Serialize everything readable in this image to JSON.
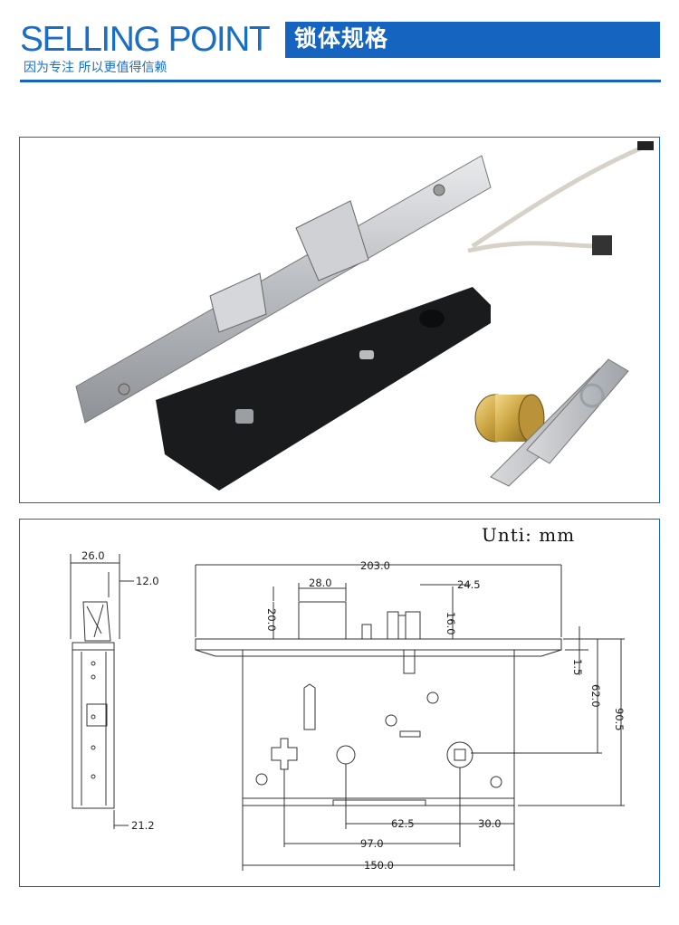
{
  "header": {
    "title_en": "SELLING POINT",
    "title_cn": "锁体规格",
    "subtitle": "因为专注 所以更值得信赖"
  },
  "drawing": {
    "unit_label": "Unti: mm",
    "side_view": {
      "width_top": "26.0",
      "latch_offset": "12.0",
      "faceplate_thickness": "21.2"
    },
    "front_view": {
      "faceplate_length": "203.0",
      "deadbolt_width": "28.0",
      "deadbolt_throw": "20.0",
      "latch_width": "24.5",
      "latch_throw": "16.0",
      "faceplate_step": "1.5",
      "case_height_upper": "62.0",
      "case_height_total": "90.5",
      "spindle_to_cylinder": "62.5",
      "backset": "30.0",
      "handle_to_edge": "97.0",
      "case_length": "150.0"
    }
  },
  "colors": {
    "brand_blue": "#1565c0",
    "text_blue": "#1a6fc4"
  }
}
